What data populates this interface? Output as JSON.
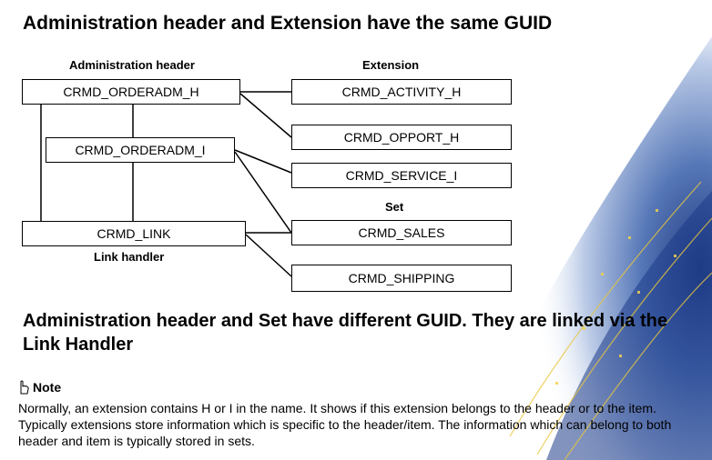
{
  "title": "Administration header and Extension have the same GUID",
  "labels": {
    "admin_header": "Administration header",
    "extension": "Extension",
    "set": "Set",
    "link_handler": "Link handler"
  },
  "boxes": {
    "orderadm_h": "CRMD_ORDERADM_H",
    "orderadm_i": "CRMD_ORDERADM_I",
    "link": "CRMD_LINK",
    "activity_h": "CRMD_ACTIVITY_H",
    "opport_h": "CRMD_OPPORT_H",
    "service_i": "CRMD_SERVICE_I",
    "sales": "CRMD_SALES",
    "shipping": "CRMD_SHIPPING"
  },
  "subtitle": "Administration header and Set have different GUID. They are linked via the Link Handler",
  "note": {
    "heading": "Note",
    "icon": "pointing-hand-icon",
    "body": "Normally, an extension contains H or I in the name. It shows if this extension belongs to the header or to the item. Typically extensions store information which is specific to the header/item. The information which can belong to both header and item is typically stored in sets."
  },
  "colors": {
    "background_accent": "#1f3f86",
    "deco_yellow": "#e8c640"
  }
}
